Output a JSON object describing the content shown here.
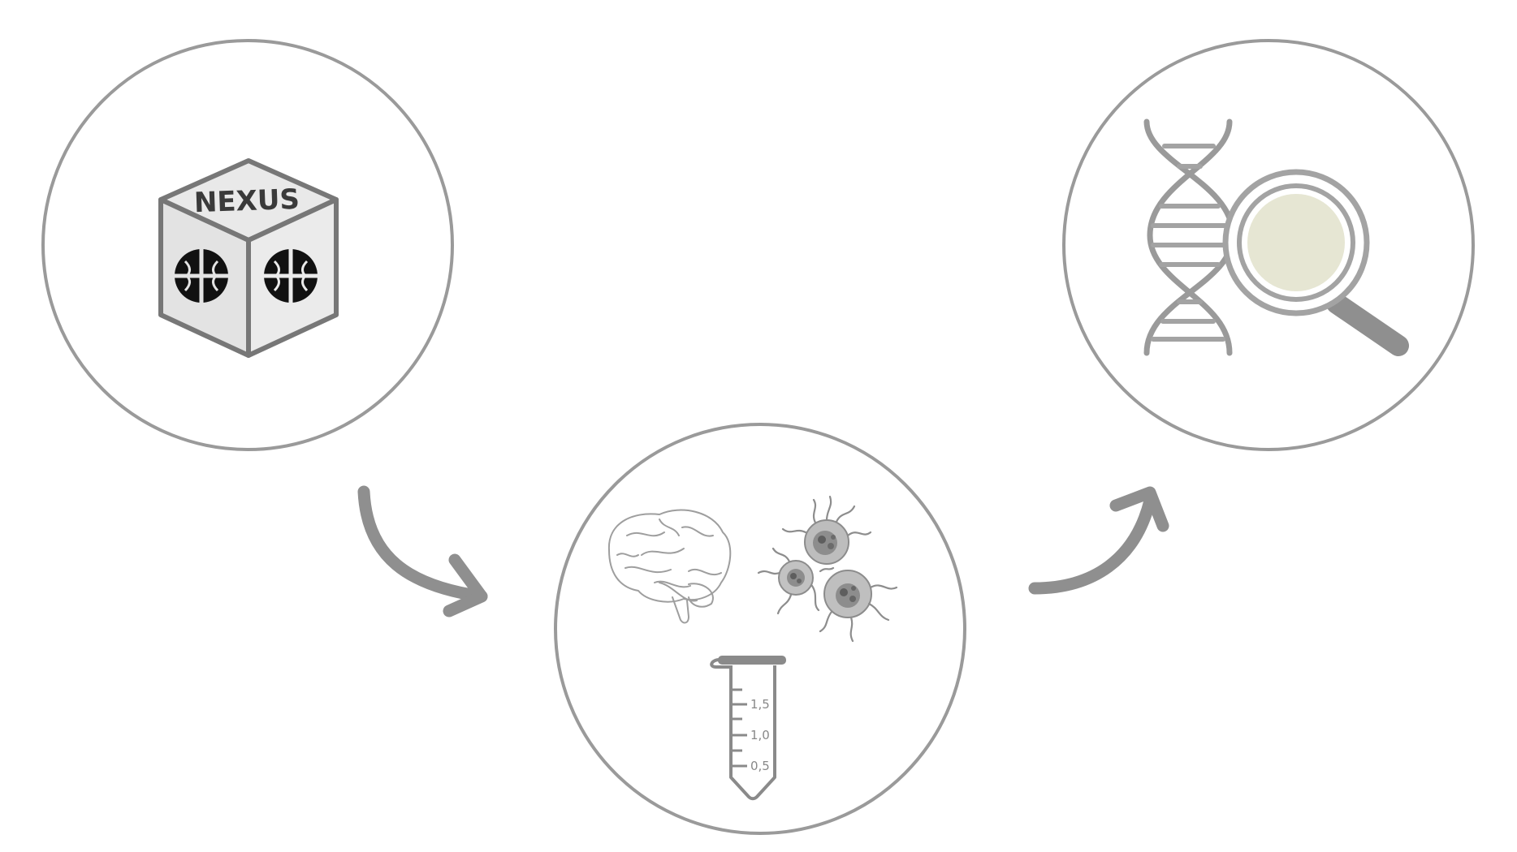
{
  "stage1": {
    "logo_text": "NEXUS"
  },
  "stage2": {
    "tube_labels": [
      "1,5",
      "1,0",
      "0,5"
    ]
  },
  "stage3": {},
  "colors": {
    "ring": "#9a9a9a",
    "arrow": "#8f8f8f",
    "lens_fill": "#e6e6d3",
    "logo_dark": "#111111"
  }
}
